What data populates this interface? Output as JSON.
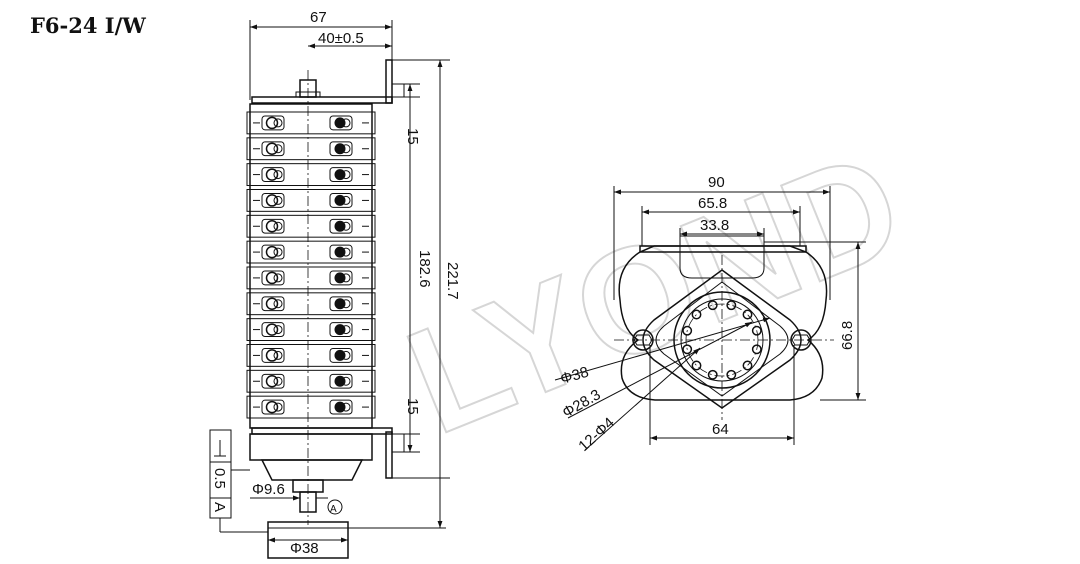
{
  "title": "F6-24 I/W",
  "watermark": "LYOND",
  "side_view": {
    "width_total": "67",
    "tolerance_dim": "40±0.5",
    "top_offset": "15",
    "bottom_offset": "15",
    "inner_height": "182.6",
    "total_height": "221.7",
    "shaft_diameter": "Φ9.6",
    "knob_diameter": "Φ38",
    "flatness_tolerance": "0.5",
    "datum_label": "A",
    "datum_ref": "A",
    "deck_count": 12
  },
  "front_view": {
    "width_outer": "90",
    "width_mid": "65.8",
    "width_inner": "33.8",
    "height": "66.8",
    "base_width": "64",
    "outer_circle": "Φ38",
    "pitch_circle": "Φ28.3",
    "holes": "12-Φ4",
    "hole_count": 12
  }
}
